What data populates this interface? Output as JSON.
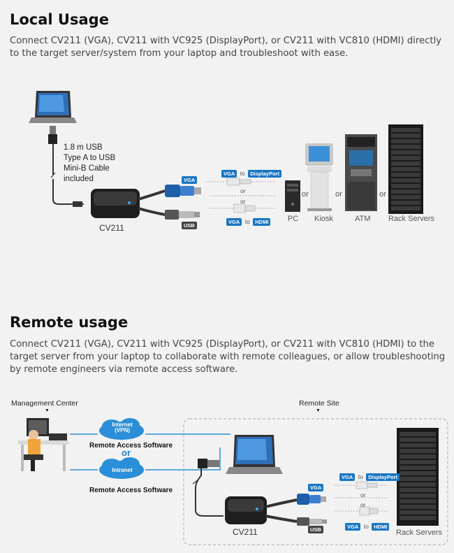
{
  "local": {
    "title": "Local Usage",
    "description": "Connect CV211 (VGA), CV211 with VC925 (DisplayPort), or CV211 with VC810 (HDMI) directly to the target server/system from your laptop and troubleshoot with ease.",
    "cable_label": [
      "1.8 m USB",
      "Type A to USB",
      "Mini-B Cable",
      "included"
    ],
    "device_label": "CV211",
    "vga_tag": "VGA",
    "usb_tag": "USB",
    "vga_dp": {
      "from": "VGA",
      "to": "to",
      "target": "DisplayPort"
    },
    "or1": "or",
    "or2": "or",
    "vga_hdmi": {
      "from": "VGA",
      "to": "to",
      "target": "HDMI"
    },
    "targets": [
      "PC",
      "Kiosk",
      "ATM",
      "Rack Servers"
    ],
    "or_between": "or"
  },
  "remote": {
    "title": "Remote usage",
    "description": "Connect CV211 (VGA), CV211 with VC925 (DisplayPort), or CV211 with VC810 (HDMI) to the target server from your laptop to collaborate with remote colleagues, or allow troubleshooting by remote engineers via remote access software.",
    "management_center": "Management Center",
    "remote_site": "Remote Site",
    "internet_cloud": "Internet (VPN)",
    "intranet_cloud": "Intranet",
    "remote_access_1": "Remote Access Software",
    "or_big": "or",
    "remote_access_2": "Remote Access Software",
    "device_label": "CV211",
    "vga_tag": "VGA",
    "usb_tag": "USB",
    "vga_dp": {
      "from": "VGA",
      "to": "to",
      "target": "DisplayPort"
    },
    "or1": "or",
    "or2": "or",
    "vga_hdmi": {
      "from": "VGA",
      "to": "to",
      "target": "HDMI"
    },
    "rack_label": "Rack Servers"
  },
  "colors": {
    "accent_blue": "#1976c4",
    "cloud_blue": "#2a8fd8",
    "or_blue": "#2a7fc4"
  }
}
